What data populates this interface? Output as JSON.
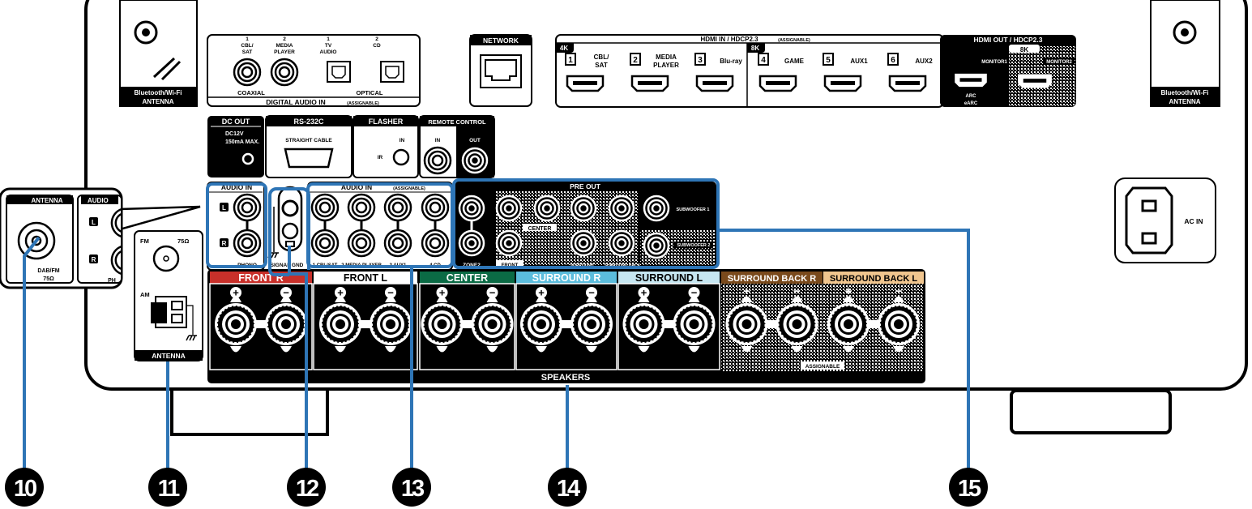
{
  "colors": {
    "callout_line": "#2e75b6",
    "front_r": "#c8302a",
    "center": "#0b6b45",
    "surround_r": "#5bbcdc",
    "surround_l": "#c6e6f1",
    "surround_back_r": "#7a4a1c",
    "surround_back_l": "#f0c58e"
  },
  "bt_antenna": {
    "label1": "Bluetooth/Wi-Fi",
    "label2": "ANTENNA"
  },
  "digital_audio_in": {
    "coax1_num": "1",
    "coax1_name1": "CBL/",
    "coax1_name2": "SAT",
    "coax2_num": "2",
    "coax2_name1": "MEDIA",
    "coax2_name2": "PLAYER",
    "opt1_num": "1",
    "opt1_name1": "TV",
    "opt1_name2": "AUDIO",
    "opt2_num": "2",
    "opt2_name": "CD",
    "coaxial": "COAXIAL",
    "optical": "OPTICAL",
    "title": "DIGITAL AUDIO IN",
    "title_note": "(ASSIGNABLE)"
  },
  "network": {
    "title": "NETWORK"
  },
  "hdmi_in": {
    "title": "HDMI IN / HDCP2.3",
    "title_note": "(ASSIGNABLE)",
    "badge_4k": "4K",
    "badge_8k": "8K",
    "ports": [
      {
        "num": "1",
        "name1": "CBL/",
        "name2": "SAT"
      },
      {
        "num": "2",
        "name1": "MEDIA",
        "name2": "PLAYER"
      },
      {
        "num": "3",
        "name1": "Blu-ray",
        "name2": ""
      },
      {
        "num": "4",
        "name1": "GAME",
        "name2": ""
      },
      {
        "num": "5",
        "name1": "AUX1",
        "name2": ""
      },
      {
        "num": "6",
        "name1": "AUX2",
        "name2": ""
      }
    ]
  },
  "hdmi_out": {
    "title": "HDMI OUT / HDCP2.3",
    "badge_8k": "8K",
    "monitor1": "MONITOR1",
    "monitor2": "MONITOR2",
    "arc1": "ARC",
    "arc2": "eARC"
  },
  "dc_out": {
    "title": "DC OUT",
    "spec1": "DC12V",
    "spec2": "150mA MAX."
  },
  "rs232c": {
    "title": "RS-232C",
    "sub": "STRAIGHT CABLE"
  },
  "flasher": {
    "title": "FLASHER",
    "in": "IN",
    "ir": "IR"
  },
  "remote_control": {
    "title": "REMOTE CONTROL",
    "in": "IN",
    "out": "OUT"
  },
  "audio_in_phono": {
    "title": "AUDIO IN",
    "l": "L",
    "r": "R",
    "phono": "PHONO"
  },
  "signal_gnd": {
    "label": "SIGNAL GND"
  },
  "audio_in_assignable": {
    "title": "AUDIO IN",
    "title_note": "(ASSIGNABLE)",
    "inputs": [
      "1 CBL/SAT",
      "2 MEDIA PLAYER",
      "3 AUX1",
      "4 CD"
    ]
  },
  "pre_out": {
    "title": "PRE OUT",
    "zone2": "ZONE2",
    "center": "CENTER",
    "front": "FRONT",
    "surround": "SURROUND",
    "surround_back": "SURROUND BACK",
    "sub1": "SUBWOOFER 1",
    "sub2": "SUBWOOFER 2"
  },
  "speakers": {
    "title": "SPEAKERS",
    "assignable": "ASSIGNABLE",
    "plus": "+",
    "minus": "−",
    "channels": [
      "FRONT R",
      "FRONT L",
      "CENTER",
      "SURROUND R",
      "SURROUND L",
      "SURROUND BACK R",
      "SURROUND BACK L"
    ]
  },
  "antenna_panel": {
    "fm": "FM",
    "ohm": "75Ω",
    "am": "AM",
    "title": "ANTENNA"
  },
  "inset": {
    "antenna_title": "ANTENNA",
    "dab1": "DAB/FM",
    "dab2": "75Ω",
    "audio_title": "AUDIO",
    "l": "L",
    "r": "R",
    "ph": "PH"
  },
  "ac_in": {
    "label": "AC IN"
  },
  "callouts": [
    "10",
    "11",
    "12",
    "13",
    "14",
    "15"
  ]
}
